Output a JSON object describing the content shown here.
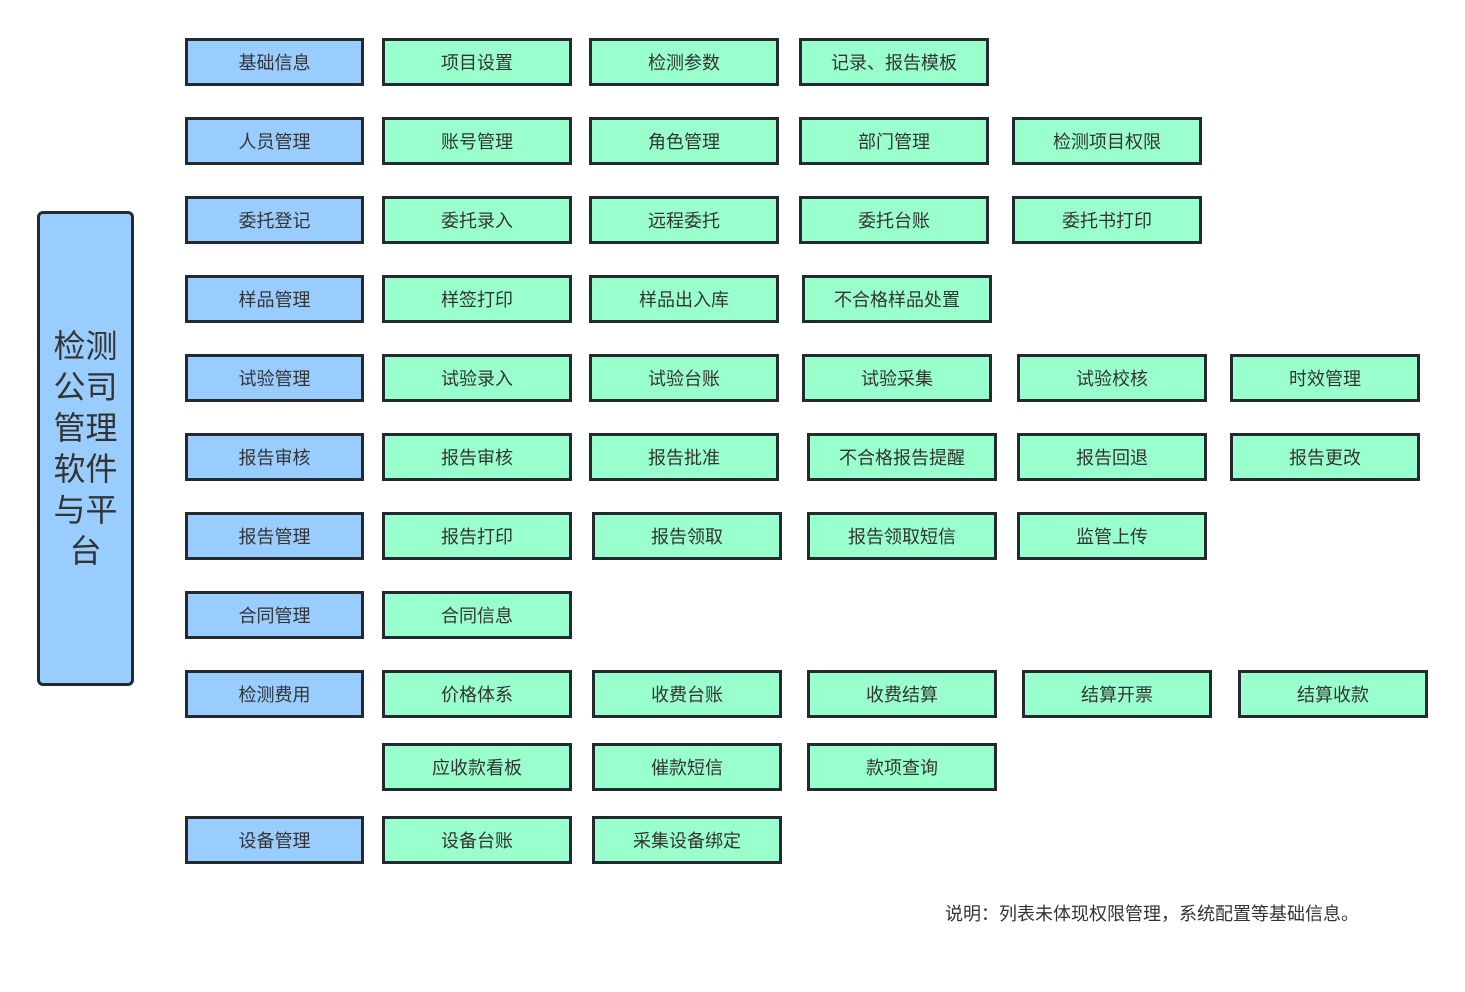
{
  "root": {
    "label": "检测公司管理软件与平台"
  },
  "rows": [
    {
      "category": "基础信息",
      "items": [
        "项目设置",
        "检测参数",
        "记录、报告模板"
      ]
    },
    {
      "category": "人员管理",
      "items": [
        "账号管理",
        "角色管理",
        "部门管理",
        "检测项目权限"
      ]
    },
    {
      "category": "委托登记",
      "items": [
        "委托录入",
        "远程委托",
        "委托台账",
        "委托书打印"
      ]
    },
    {
      "category": "样品管理",
      "items": [
        "样签打印",
        "样品出入库",
        "不合格样品处置"
      ]
    },
    {
      "category": "试验管理",
      "items": [
        "试验录入",
        "试验台账",
        "试验采集",
        "试验校核",
        "时效管理"
      ]
    },
    {
      "category": "报告审核",
      "items": [
        "报告审核",
        "报告批准",
        "不合格报告提醒",
        "报告回退",
        "报告更改"
      ]
    },
    {
      "category": "报告管理",
      "items": [
        "报告打印",
        "报告领取",
        "报告领取短信",
        "监管上传"
      ]
    },
    {
      "category": "合同管理",
      "items": [
        "合同信息"
      ]
    },
    {
      "category": "检测费用",
      "items": [
        "价格体系",
        "收费台账",
        "收费结算",
        "结算开票",
        "结算收款"
      ]
    },
    {
      "category": null,
      "items": [
        "应收款看板",
        "催款短信",
        "款项查询"
      ]
    },
    {
      "category": "设备管理",
      "items": [
        "设备台账",
        "采集设备绑定"
      ]
    }
  ],
  "note": "说明：列表未体现权限管理，系统配置等基础信息。",
  "colors": {
    "category_fill": "#99ccff",
    "item_fill": "#99ffcc",
    "border": "#232a30"
  }
}
